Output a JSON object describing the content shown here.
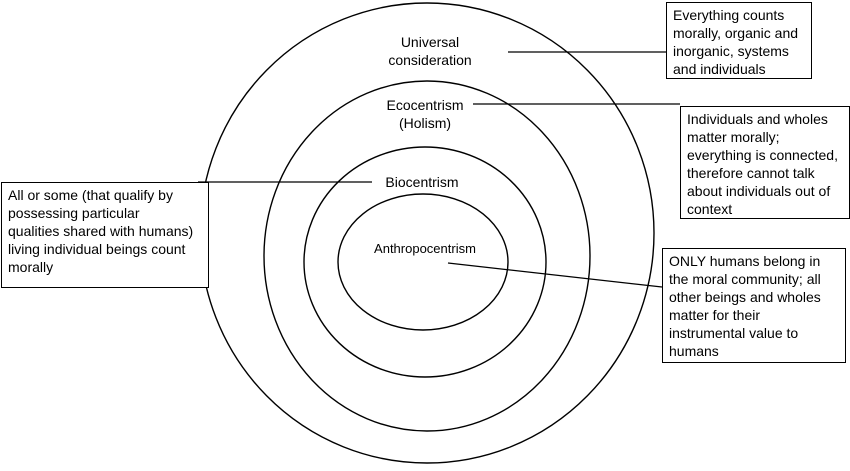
{
  "diagram": {
    "rings": [
      {
        "id": "universal",
        "label_lines": [
          "Universal",
          "consideration"
        ]
      },
      {
        "id": "ecocentrism",
        "label_lines": [
          "Ecocentrism",
          "(Holism)"
        ]
      },
      {
        "id": "biocentrism",
        "label_lines": [
          "Biocentrism"
        ]
      },
      {
        "id": "anthropocentrism",
        "label_lines": [
          "Anthropocentrism"
        ]
      }
    ],
    "notes": {
      "universal": [
        "Everything counts",
        "morally, organic and",
        "inorganic, systems",
        "and individuals"
      ],
      "ecocentrism": [
        "Individuals and wholes",
        "matter morally;",
        "everything is connected,",
        "therefore cannot talk",
        "about individuals out of",
        "context"
      ],
      "biocentrism": [
        "All or some (that qualify by",
        "possessing particular",
        "qualities shared with humans)",
        "living individual beings count",
        "morally"
      ],
      "anthropocentrism": [
        "ONLY humans belong in",
        "the moral community; all",
        "other beings and wholes",
        "matter for their",
        "instrumental value to",
        "humans"
      ]
    },
    "colors": {
      "line": "#000000",
      "background": "#ffffff"
    }
  }
}
